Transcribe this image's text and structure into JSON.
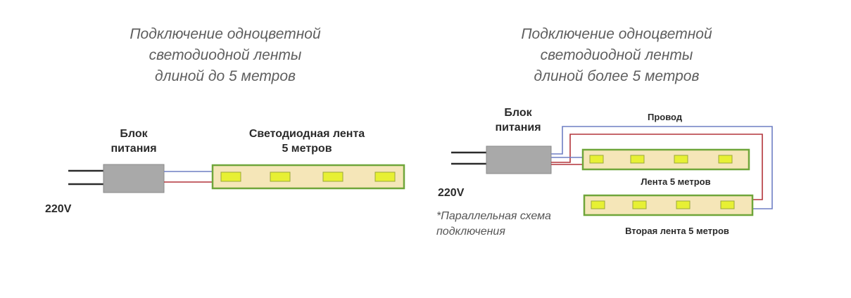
{
  "left": {
    "title": [
      "Подключение одноцветной",
      "светодиодной ленты",
      "длиной до 5 метров"
    ],
    "psu_label": [
      "Блок",
      "питания"
    ],
    "strip_label": [
      "Светодиодная лента",
      "5 метров"
    ],
    "voltage": "220V"
  },
  "right": {
    "title": [
      "Подключение одноцветной",
      "светодиодной ленты",
      "длиной более 5 метров"
    ],
    "psu_label": [
      "Блок",
      "питания"
    ],
    "wire_label": "Провод",
    "strip1_label": "Лента 5 метров",
    "strip2_label": "Вторая лента 5 метров",
    "voltage": "220V",
    "note": [
      "*Параллельная схема",
      "подключения"
    ]
  },
  "colors": {
    "psu_fill": "#a9a9a9",
    "strip_fill": "#f5e6b8",
    "strip_border": "#6fa63a",
    "led_fill": "#e7f034",
    "wire_blue": "#6e7fc4",
    "wire_red": "#b2343a",
    "cable": "#2b2b2b"
  }
}
